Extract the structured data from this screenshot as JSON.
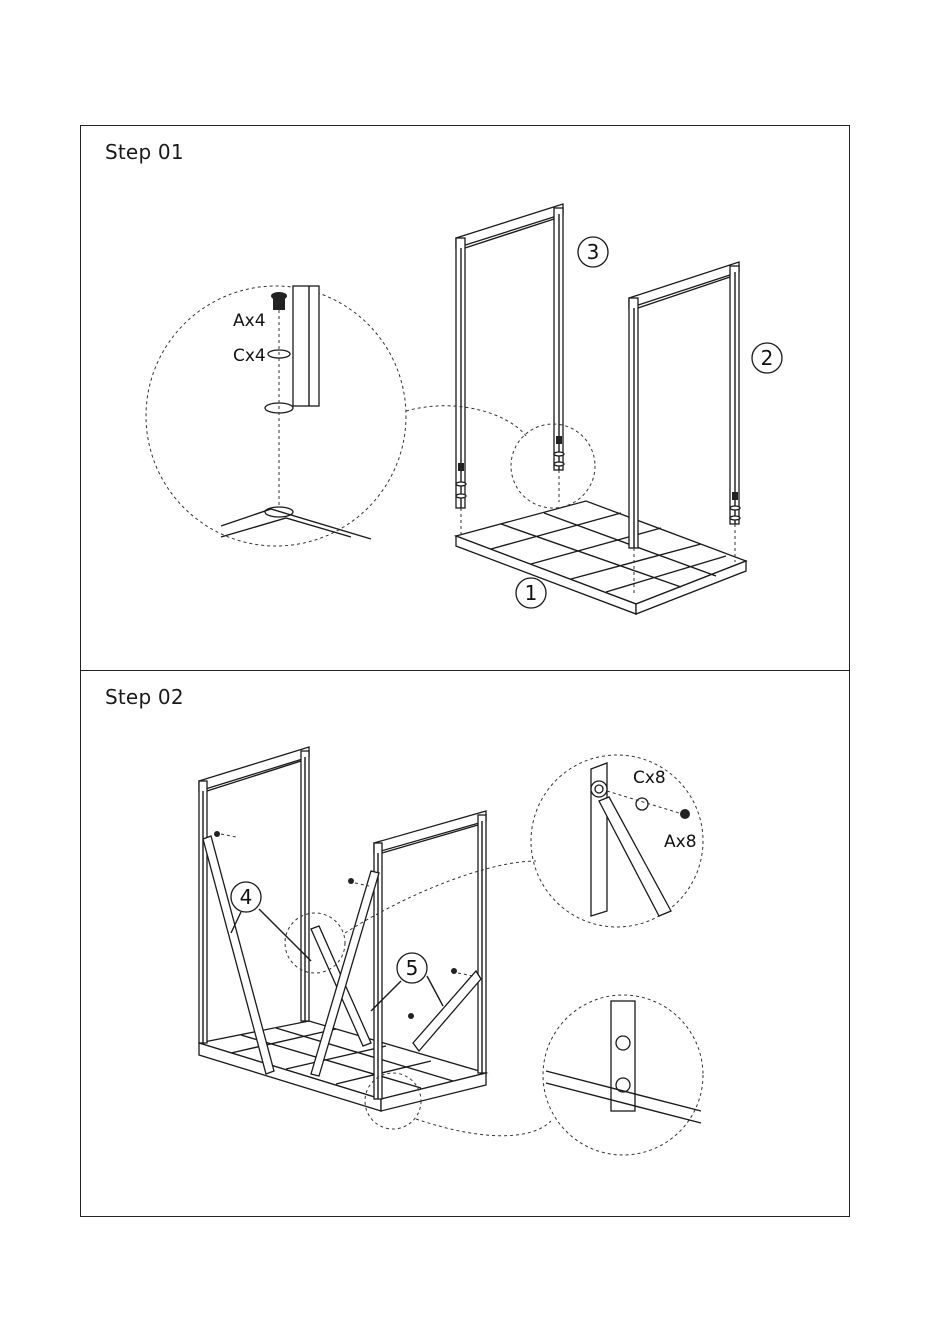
{
  "steps": [
    {
      "title": "Step 01",
      "hardware": [
        {
          "label": "Ax4"
        },
        {
          "label": "Cx4"
        }
      ],
      "parts": [
        {
          "label": "1"
        },
        {
          "label": "2"
        },
        {
          "label": "3"
        }
      ]
    },
    {
      "title": "Step 02",
      "hardware": [
        {
          "label": "Cx8"
        },
        {
          "label": "Ax8"
        }
      ],
      "parts": [
        {
          "label": "4"
        },
        {
          "label": "5"
        }
      ]
    }
  ],
  "icons": {
    "bolt": "bolt-icon",
    "washer": "washer-icon",
    "callout": "magnify-callout"
  }
}
